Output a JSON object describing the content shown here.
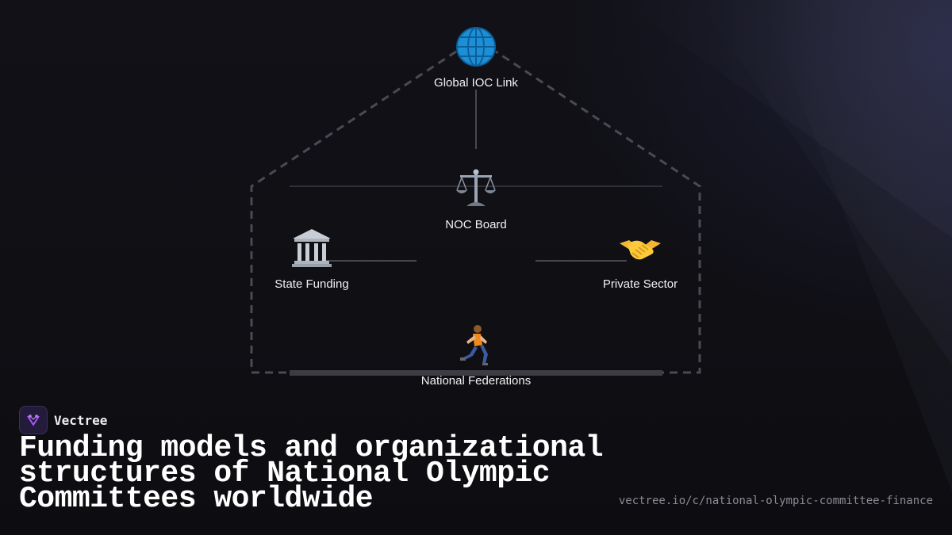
{
  "diagram": {
    "nodes": {
      "global_ioc": {
        "label": "Global IOC Link",
        "icon": "globe-icon"
      },
      "noc_board": {
        "label": "NOC Board",
        "icon": "balance-scale-icon"
      },
      "state_funding": {
        "label": "State Funding",
        "icon": "classical-building-icon"
      },
      "private_sector": {
        "label": "Private Sector",
        "icon": "handshake-icon"
      },
      "national_federations": {
        "label": "National Federations",
        "icon": "runner-icon"
      }
    },
    "colors": {
      "outline_dashed": "#4a4a52",
      "connector": "#5a5a62",
      "base_bar": "#3c3c42"
    }
  },
  "brand": {
    "name": "Vectree",
    "logo_color": "#a855f7"
  },
  "title": "Funding models and organizational structures of National Olympic Committees worldwide",
  "url": "vectree.io/c/national-olympic-committee-finance"
}
